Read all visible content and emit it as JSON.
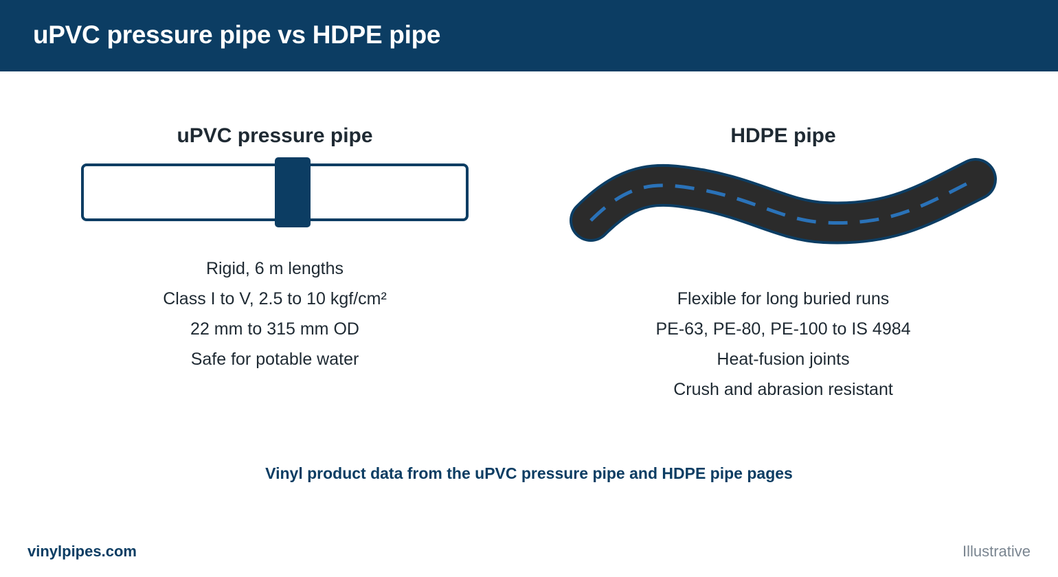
{
  "header": {
    "title": "uPVC pressure pipe vs HDPE pipe"
  },
  "panels": [
    {
      "title": "uPVC pressure pipe",
      "illustration": "rigid-pipe-with-coupler",
      "features": [
        "Rigid, 6 m lengths",
        "Class I to V, 2.5 to 10 kgf/cm²",
        "22 mm to 315 mm OD",
        "Safe for potable water"
      ]
    },
    {
      "title": "HDPE pipe",
      "illustration": "flexible-coiled-pipe",
      "features": [
        "Flexible for long buried runs",
        "PE-63, PE-80, PE-100 to IS 4984",
        "Heat-fusion joints",
        "Crush and abrasion resistant"
      ]
    }
  ],
  "source": "Vinyl product data from the uPVC pressure pipe and HDPE pipe pages",
  "footer": {
    "brand": "vinylpipes.com",
    "note": "Illustrative"
  },
  "colors": {
    "navy": "#0c3d63",
    "pipe_dark": "#2b2b2b",
    "centerline": "#2a72b8",
    "text": "#1f2a33",
    "muted": "#7a8590"
  }
}
